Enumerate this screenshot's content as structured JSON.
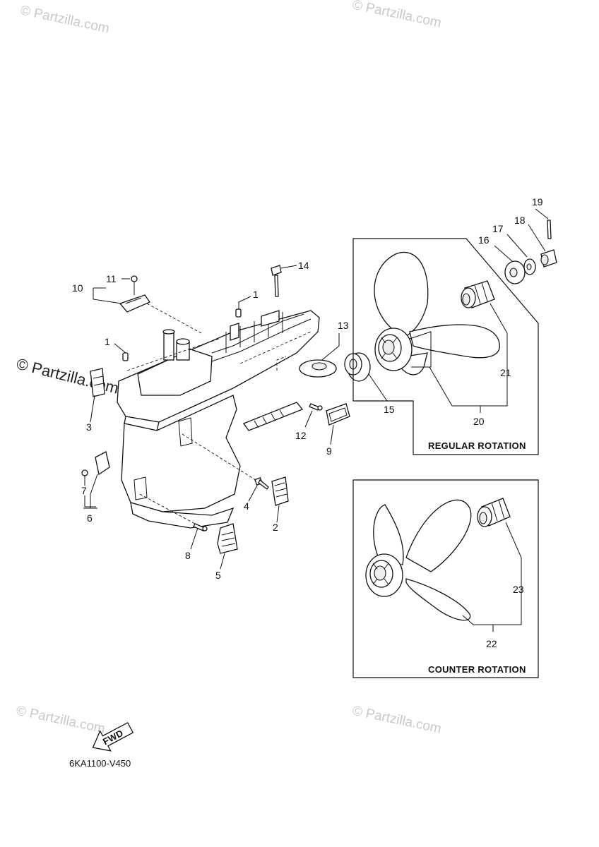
{
  "watermarks": [
    {
      "id": "wm-top-left",
      "text": "© Partzilla.com"
    },
    {
      "id": "wm-top-right",
      "text": "© Partzilla.com"
    },
    {
      "id": "wm-bottom-left",
      "text": "© Partzilla.com"
    },
    {
      "id": "wm-bottom-right",
      "text": "© Partzilla.com"
    }
  ],
  "logo_watermark": {
    "text": "© Partzilla.com"
  },
  "callouts": {
    "c1a": "1",
    "c1b": "1",
    "c2": "2",
    "c3": "3",
    "c4": "4",
    "c5": "5",
    "c6": "6",
    "c7": "7",
    "c8": "8",
    "c9": "9",
    "c10": "10",
    "c11": "11",
    "c12": "12",
    "c13": "13",
    "c14": "14",
    "c15": "15",
    "c16": "16",
    "c17": "17",
    "c18": "18",
    "c19": "19",
    "c20": "20",
    "c21": "21",
    "c22": "22",
    "c23": "23"
  },
  "boxes": {
    "regular": "REGULAR ROTATION",
    "counter": "COUNTER ROTATION"
  },
  "fwd_label": "FWD",
  "diagram_code": "6KA1100-V450"
}
